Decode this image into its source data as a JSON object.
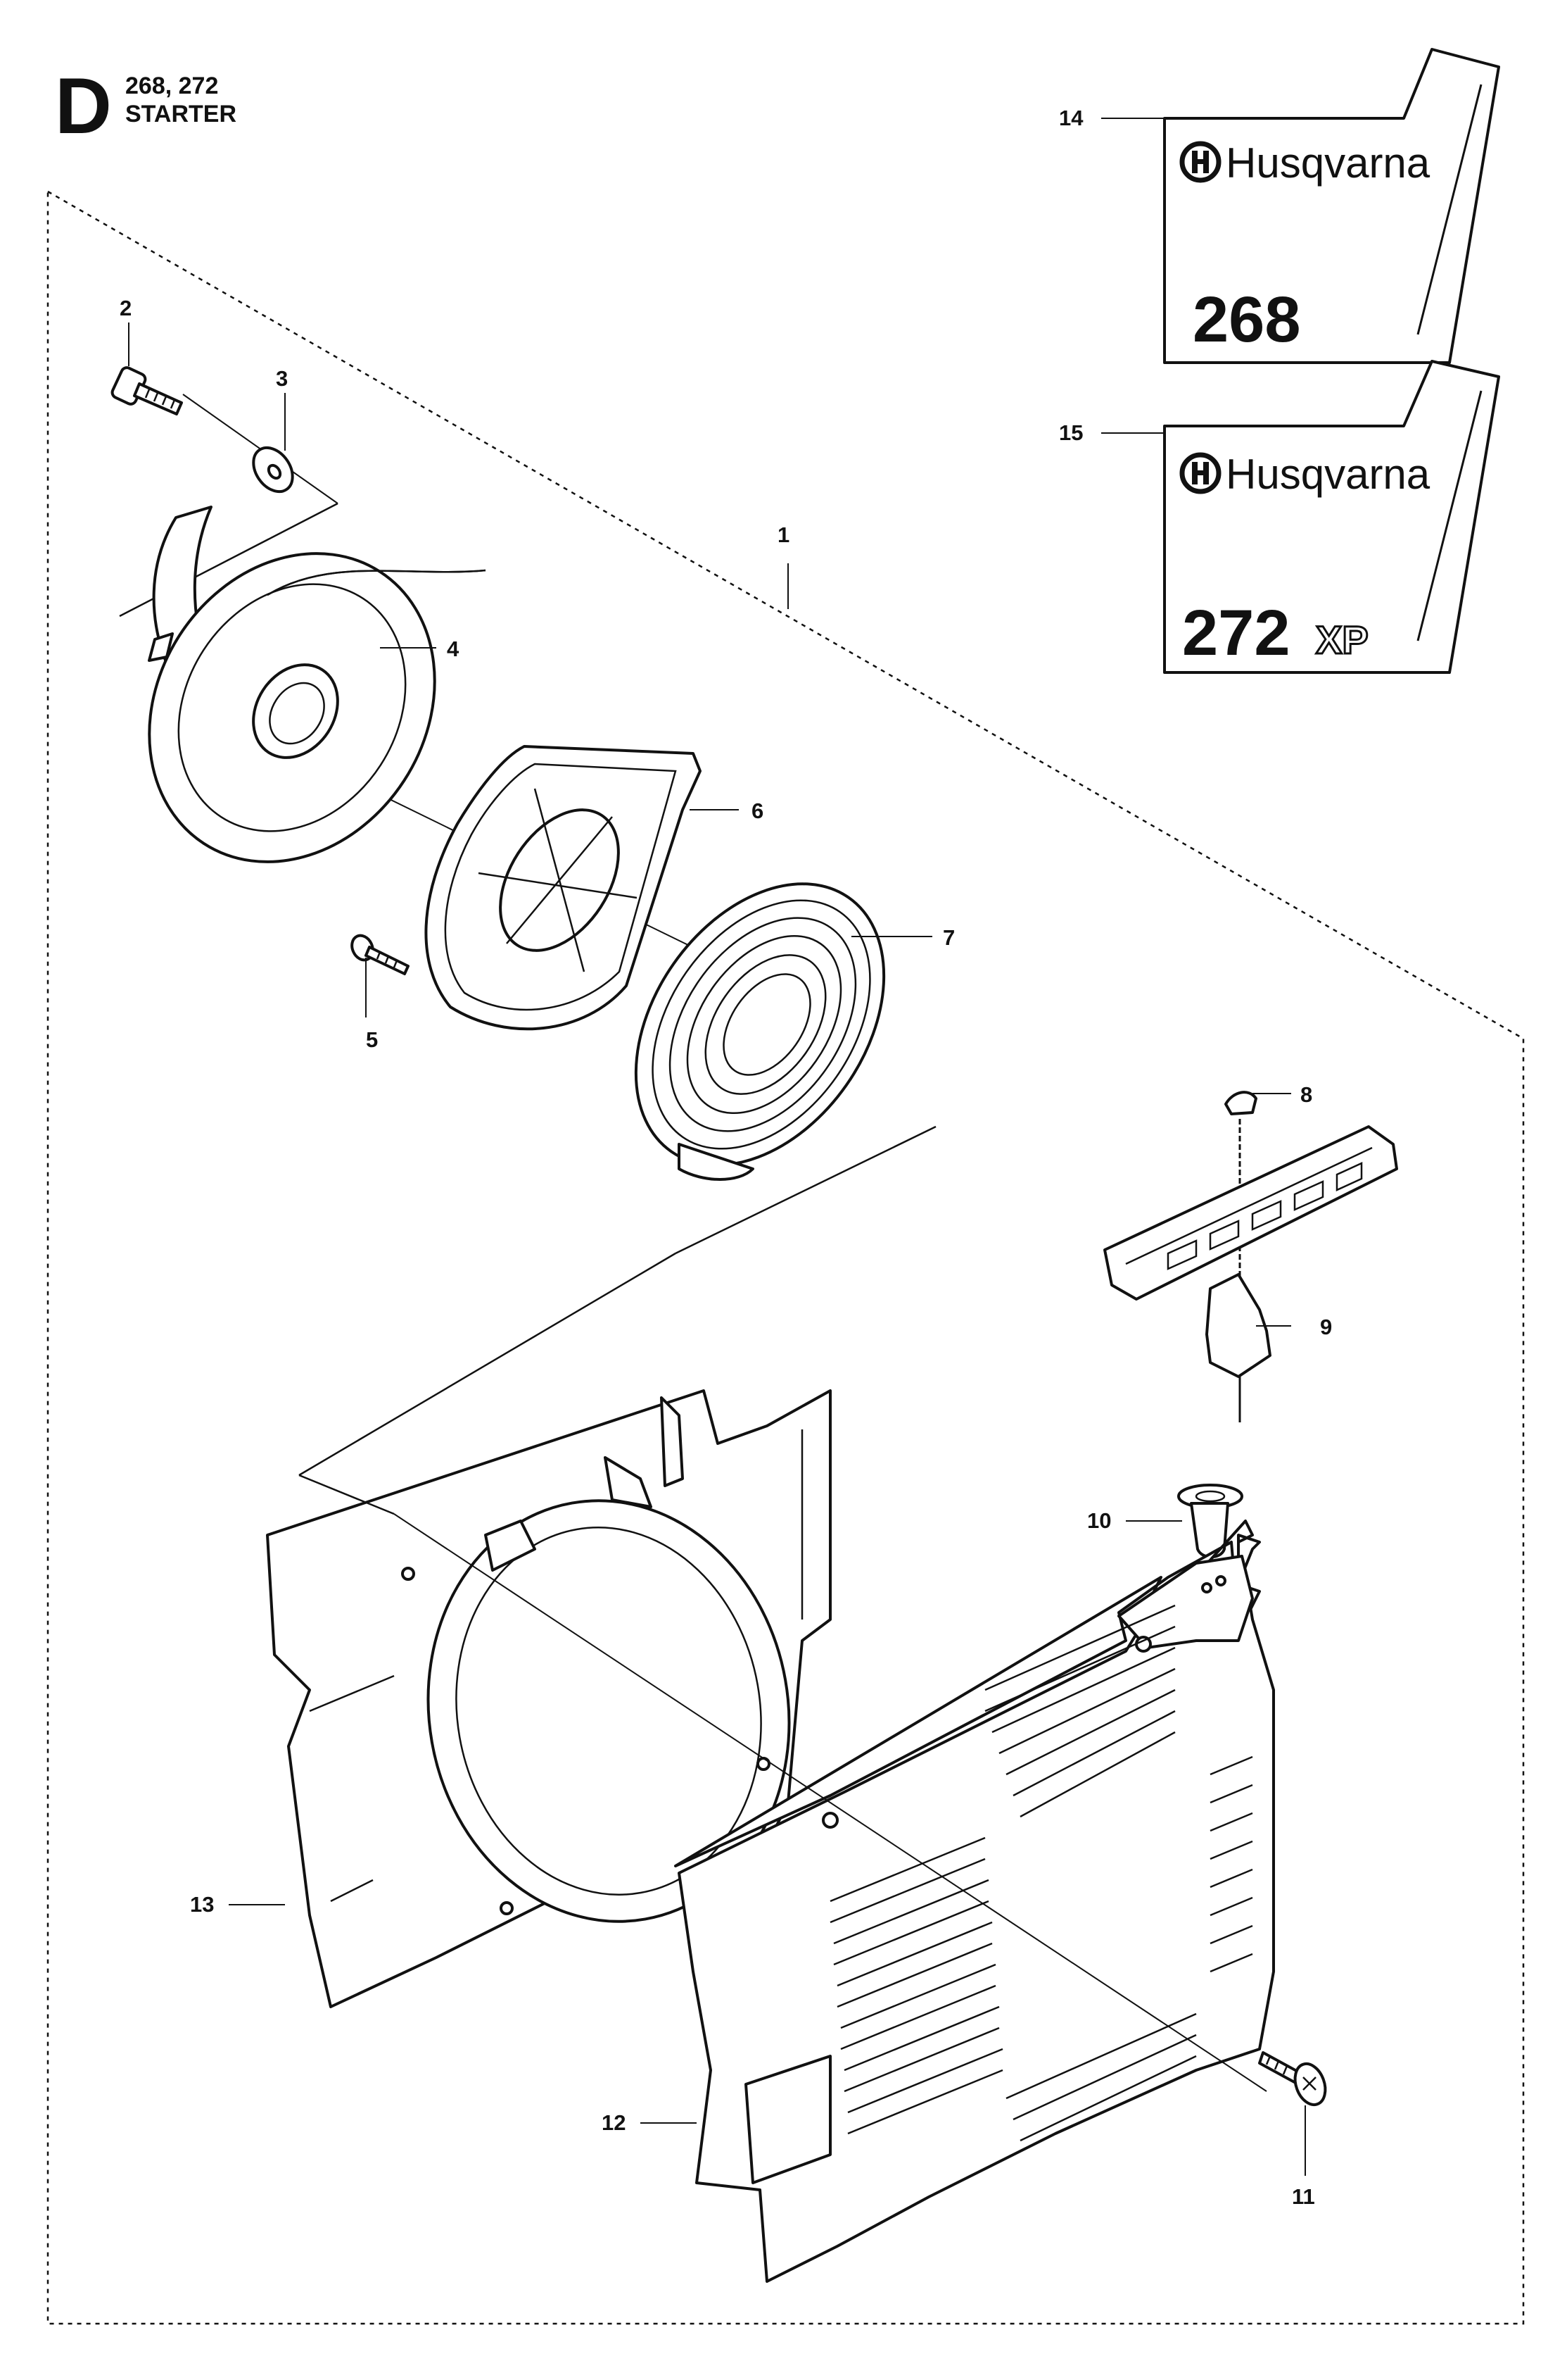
{
  "header": {
    "section_letter": "D",
    "models": "268, 272",
    "section_title": "STARTER"
  },
  "callouts": {
    "c1": "1",
    "c2": "2",
    "c3": "3",
    "c4": "4",
    "c5": "5",
    "c6": "6",
    "c7": "7",
    "c8": "8",
    "c9": "9",
    "c10": "10",
    "c11": "11",
    "c12": "12",
    "c13": "13",
    "c14": "14",
    "c15": "15"
  },
  "decals": {
    "d14": {
      "brand": "Husqvarna",
      "model": "268",
      "suffix": ""
    },
    "d15": {
      "brand": "Husqvarna",
      "model": "272",
      "suffix": "XP"
    }
  }
}
